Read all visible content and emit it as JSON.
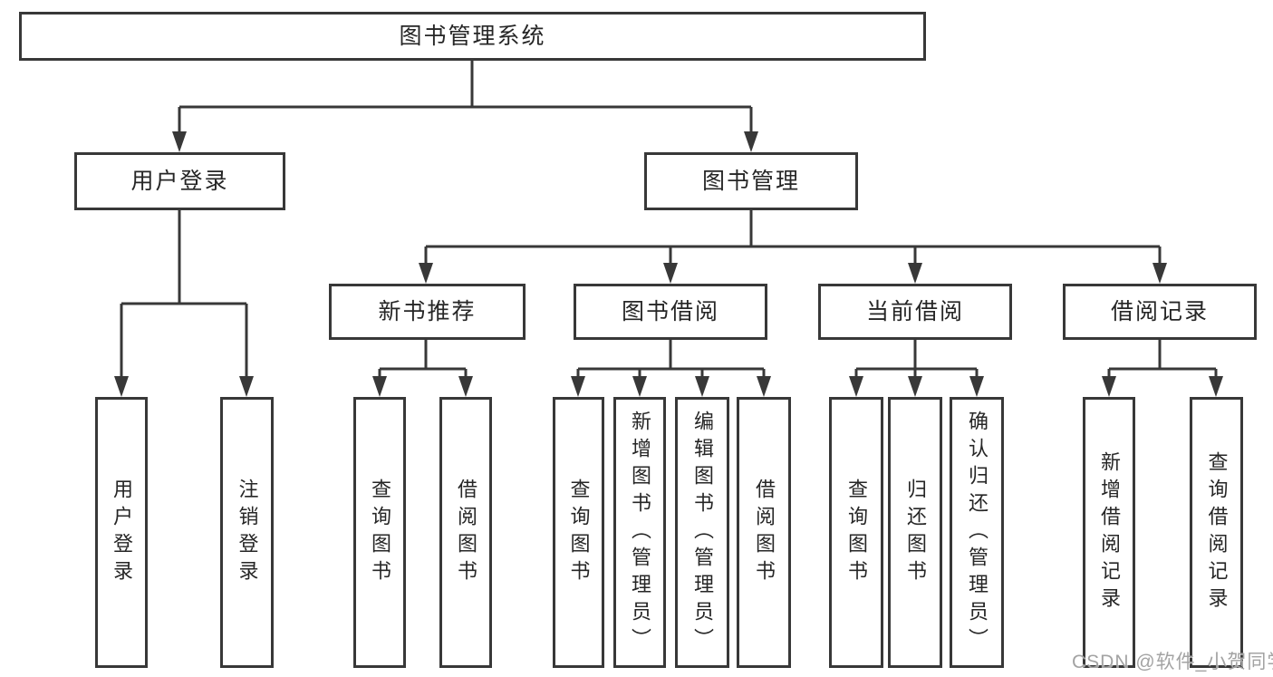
{
  "diagram_title": "图书管理系统",
  "colors": {
    "line": "#383838",
    "box_border": "#383838",
    "box_fill": "#ffffff",
    "text": "#262626",
    "watermark": "#a3a3a3",
    "background": "#ffffff"
  },
  "nodes": {
    "root": {
      "label": "图书管理系统"
    },
    "user_login": {
      "label": "用户登录"
    },
    "book_management": {
      "label": "图书管理"
    },
    "new_book_recommend": {
      "label": "新书推荐"
    },
    "book_borrow": {
      "label": "图书借阅"
    },
    "current_borrow": {
      "label": "当前借阅"
    },
    "borrow_record": {
      "label": "借阅记录"
    },
    "leaf_user_login": {
      "label": "用户登录"
    },
    "leaf_logout": {
      "label": "注销登录"
    },
    "leaf_query_book_1": {
      "label": "查询图书"
    },
    "leaf_borrow_book_1": {
      "label": "借阅图书"
    },
    "leaf_query_book_2": {
      "label": "查询图书"
    },
    "leaf_add_book_admin": {
      "label": "新增图书（管理员）"
    },
    "leaf_edit_book_admin": {
      "label": "编辑图书（管理员）"
    },
    "leaf_borrow_book_2": {
      "label": "借阅图书"
    },
    "leaf_query_book_3": {
      "label": "查询图书"
    },
    "leaf_return_book": {
      "label": "归还图书"
    },
    "leaf_confirm_return_admin": {
      "label": "确认归还（管理员）"
    },
    "leaf_add_borrow_record": {
      "label": "新增借阅记录"
    },
    "leaf_query_borrow_record": {
      "label": "查询借阅记录"
    }
  },
  "hierarchy": [
    {
      "parent": "图书管理系统",
      "children": [
        "用户登录",
        "图书管理"
      ]
    },
    {
      "parent": "用户登录",
      "children": [
        "用户登录",
        "注销登录"
      ]
    },
    {
      "parent": "图书管理",
      "children": [
        "新书推荐",
        "图书借阅",
        "当前借阅",
        "借阅记录"
      ]
    },
    {
      "parent": "新书推荐",
      "children": [
        "查询图书",
        "借阅图书"
      ]
    },
    {
      "parent": "图书借阅",
      "children": [
        "查询图书",
        "新增图书（管理员）",
        "编辑图书（管理员）",
        "借阅图书"
      ]
    },
    {
      "parent": "当前借阅",
      "children": [
        "查询图书",
        "归还图书",
        "确认归还（管理员）"
      ]
    },
    {
      "parent": "借阅记录",
      "children": [
        "新增借阅记录",
        "查询借阅记录"
      ]
    }
  ],
  "watermark": {
    "text": "CSDN @软件_小贺同学"
  }
}
